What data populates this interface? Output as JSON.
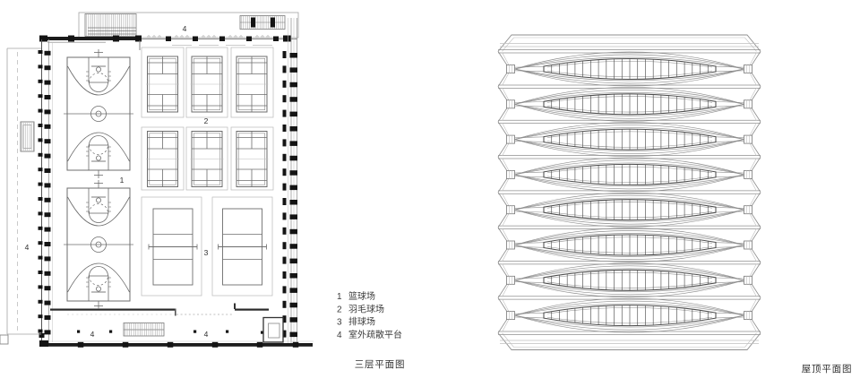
{
  "floor_plan": {
    "title": "三层平面图",
    "marks": {
      "basketball": "1",
      "badminton": "2",
      "volleyball": "3",
      "platform": "4"
    },
    "legend": [
      {
        "num": "1",
        "label": "篮球场"
      },
      {
        "num": "2",
        "label": "羽毛球场"
      },
      {
        "num": "3",
        "label": "排球场"
      },
      {
        "num": "4",
        "label": "室外疏散平台"
      }
    ]
  },
  "roof_plan": {
    "title": "屋顶平面图",
    "bays": 8
  },
  "colors": {
    "ink": "#141414",
    "wall": "#262626",
    "mid": "#787878",
    "court": "#6d6d6d",
    "cell": "#b9b9b9",
    "light": "#a3a3a3",
    "faint": "#c9c9c9",
    "hatch": "#9b9b9b",
    "roof": "#8f8f8f",
    "roof_dark": "#4e4e4e",
    "roof_faint": "#bfbfbf"
  }
}
